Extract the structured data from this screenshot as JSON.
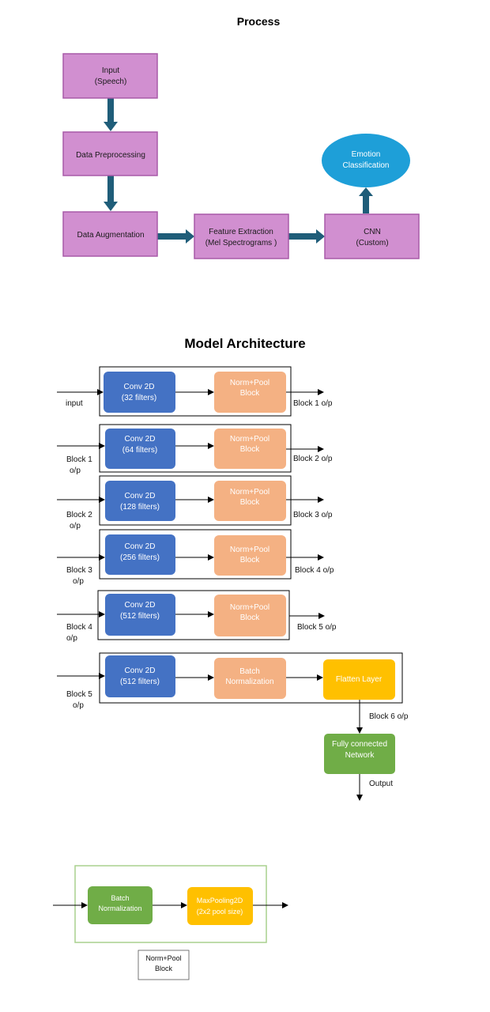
{
  "process": {
    "title": "Process",
    "input_line1": "Input",
    "input_line2": "(Speech)",
    "preprocessing": "Data Preprocessing",
    "augmentation": "Data Augmentation",
    "feature_line1": "Feature Extraction",
    "feature_line2": "(Mel Spectrograms )",
    "cnn_line1": "CNN",
    "cnn_line2": "(Custom)",
    "emotion_line1": "Emotion",
    "emotion_line2": "Classification",
    "colors": {
      "box_fill": "#d18fd0",
      "box_stroke": "#a85aa8",
      "arrow": "#1f5d79",
      "ellipse": "#1e9fd8"
    }
  },
  "model": {
    "title": "Model Architecture",
    "conv_label": "Conv 2D",
    "norm_pool_line1": "Norm+Pool",
    "norm_pool_line2": "Block",
    "blocks": [
      {
        "filters": "(32 filters)",
        "input_line1": "input",
        "input_line2": "",
        "output": "Block 1 o/p"
      },
      {
        "filters": "(64 filters)",
        "input_line1": "Block 1",
        "input_line2": "o/p",
        "output": "Block 2 o/p"
      },
      {
        "filters": "(128 filters)",
        "input_line1": "Block 2",
        "input_line2": "o/p",
        "output": "Block 3 o/p"
      },
      {
        "filters": "(256 filters)",
        "input_line1": "Block 3",
        "input_line2": "o/p",
        "output": "Block 4 o/p"
      },
      {
        "filters": "(512 filters)",
        "input_line1": "Block 4",
        "input_line2": "o/p",
        "output": "Block 5 o/p"
      }
    ],
    "final_block": {
      "filters": "(512 filters)",
      "input_line1": "Block 5",
      "input_line2": "o/p",
      "batch_line1": "Batch",
      "batch_line2": "Normalization",
      "flatten": "Flatten Layer",
      "block6_output": "Block 6 o/p",
      "fc_line1": "Fully connected",
      "fc_line2": "Network",
      "output": "Output"
    },
    "colors": {
      "conv": "#4472c4",
      "norm": "#f4b183",
      "flatten": "#ffc000",
      "fc": "#70ad47"
    }
  },
  "legend": {
    "batch_line1": "Batch",
    "batch_line2": "Normalization",
    "maxpool_line1": "MaxPooling2D",
    "maxpool_line2": "(2x2 pool size)",
    "caption_line1": "Norm+Pool",
    "caption_line2": "Block",
    "colors": {
      "frame": "#a9d18e",
      "batch": "#70ad47",
      "maxpool": "#ffc000"
    }
  }
}
